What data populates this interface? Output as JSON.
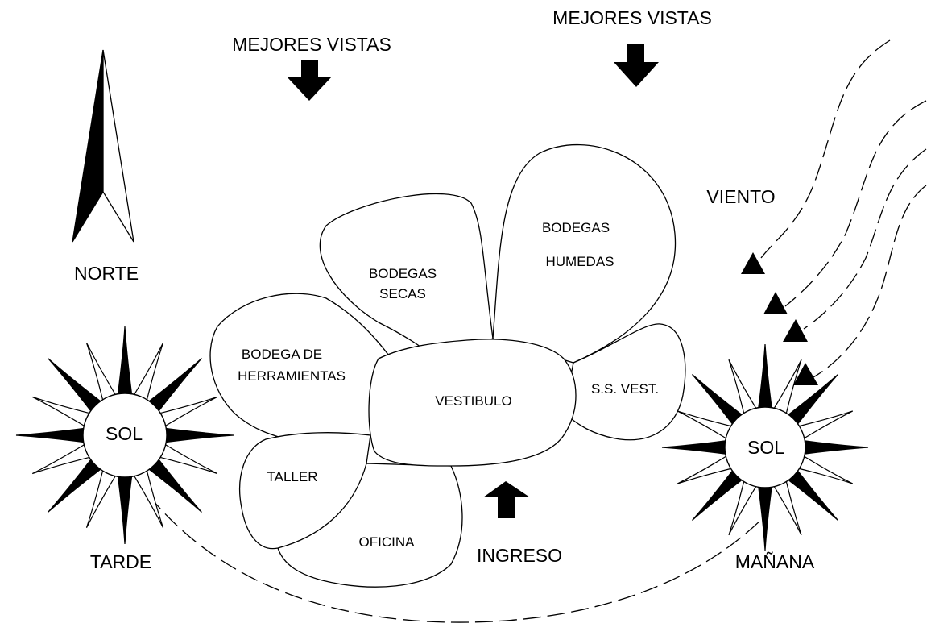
{
  "compass": {
    "label": "NORTE"
  },
  "best_views": [
    {
      "label": "MEJORES VISTAS"
    },
    {
      "label": "MEJORES VISTAS"
    }
  ],
  "wind": {
    "label": "VIENTO"
  },
  "entrance": {
    "label": "INGRESO"
  },
  "suns": [
    {
      "label": "SOL",
      "caption": "TARDE"
    },
    {
      "label": "SOL",
      "caption": "MAÑANA"
    }
  ],
  "zones": {
    "dry_storage": {
      "line1": "BODEGAS",
      "line2": "SECAS"
    },
    "wet_storage": {
      "line1": "BODEGAS",
      "line2": "HUMEDAS"
    },
    "tool_storage": {
      "line1": "BODEGA DE",
      "line2": "HERRAMIENTAS"
    },
    "lobby": {
      "label": "VESTIBULO"
    },
    "restrooms": {
      "label": "S.S. VEST."
    },
    "workshop": {
      "label": "TALLER"
    },
    "office": {
      "label": "OFICINA"
    }
  }
}
